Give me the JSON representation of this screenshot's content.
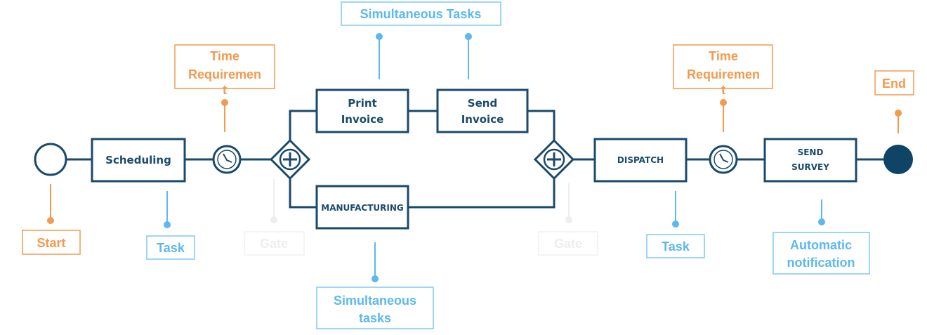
{
  "diagram": {
    "tasks": {
      "scheduling": "Scheduling",
      "print_invoice": [
        "Print",
        "Invoice"
      ],
      "send_invoice": [
        "Send",
        "Invoice"
      ],
      "manufacturing": "MANUFACTURING",
      "dispatch": "DISPATCH",
      "send_survey": [
        "SEND",
        "SURVEY"
      ]
    },
    "labels": {
      "start": "Start",
      "end": "End",
      "task_1": "Task",
      "task_2": "Task",
      "gate_1": "Gate",
      "gate_2": "Gate",
      "time_requirement_1": [
        "Time",
        "Requiremen",
        "t"
      ],
      "time_requirement_2": [
        "Time",
        "Requiremen",
        "t"
      ],
      "simultaneous_tasks_top": "Simultaneous Tasks",
      "simultaneous_tasks_bottom": [
        "Simultaneous",
        "tasks"
      ],
      "automatic_notification": [
        "Automatic",
        "notification"
      ]
    },
    "colors": {
      "flow": "#1a4a6b",
      "label_blue": "#5cb8ef",
      "label_orange": "#f39a4e",
      "label_faded": "#eeeeee"
    }
  }
}
